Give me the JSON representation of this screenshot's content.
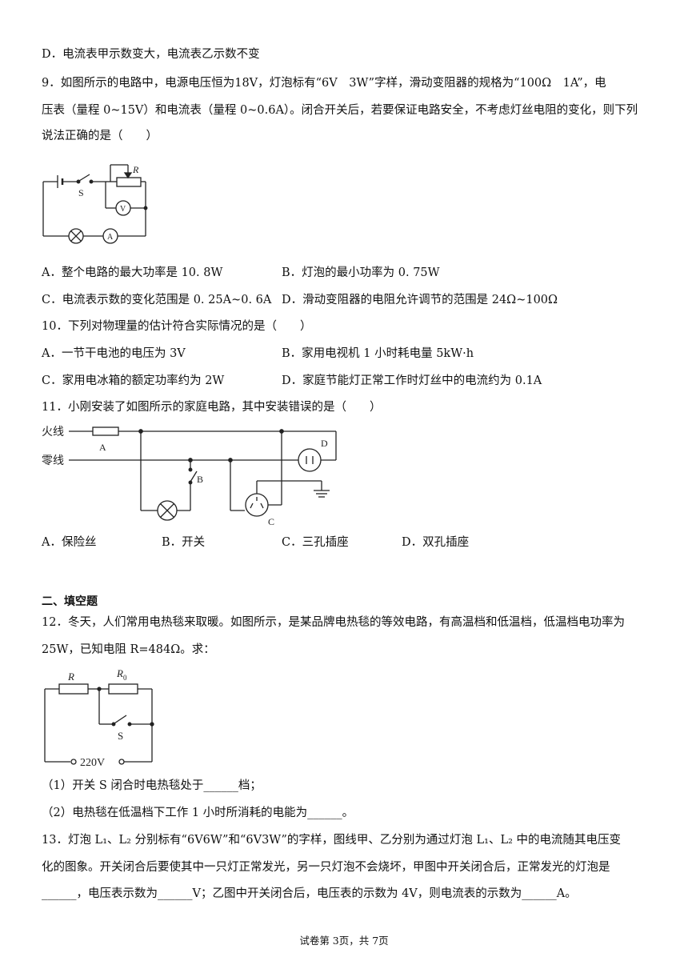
{
  "q8": {
    "optD": "D．电流表甲示数变大，电流表乙示数不变"
  },
  "q9": {
    "line1": "9．如图所示的电路中，电源电压恒为18V，灯泡标有“6V　3W”字样，滑动变阻器的规格为“100Ω　1A”，电",
    "line2": "压表（量程 0~15V）和电流表（量程 0~0.6A）。闭合开关后，若要保证电路安全，不考虑灯丝电阻的变化，则下列",
    "line3": "说法正确的是（　　）",
    "fig": {
      "r": "R",
      "s": "S",
      "v": "V",
      "a": "A"
    },
    "optA": "A．整个电路的最大功率是 10. 8W",
    "optB": "B．灯泡的最小功率为 0. 75W",
    "optC": "C．电流表示数的变化范围是 0. 25A~0. 6A",
    "optD": "D．滑动变阻器的电阻允许调节的范围是 24Ω~100Ω"
  },
  "q10": {
    "stem": "10．下列对物理量的估计符合实际情况的是（　　）",
    "optA": "A．一节干电池的电压为 3V",
    "optB": "B．家用电视机 1 小时耗电量 5kW·h",
    "optC": "C．家用电冰箱的额定功率约为 2W",
    "optD": "D．家庭节能灯正常工作时灯丝中的电流约为 0.1A"
  },
  "q11": {
    "stem": "11．小刚安装了如图所示的家庭电路，其中安装错误的是（　　）",
    "fig": {
      "live": "火线",
      "neutral": "零线",
      "a": "A",
      "b": "B",
      "c": "C",
      "d": "D"
    },
    "optA": "A．保险丝",
    "optB": "B．开关",
    "optC": "C．三孔插座",
    "optD": "D．双孔插座"
  },
  "section2": {
    "title": "二、填空题"
  },
  "q12": {
    "line1": "12．冬天，人们常用电热毯来取暖。如图所示，是某品牌电热毯的等效电路，有高温档和低温档，低温档电功率为",
    "line2": "25W，已知电阻 R=484Ω。求：",
    "fig": {
      "r": "R",
      "r0": "R",
      "r0sub": "0",
      "s": "S",
      "v": "220V"
    },
    "sub1": "（1）开关 S 闭合时电热毯处于______档；",
    "sub2": "（2）电热毯在低温档下工作 1 小时所消耗的电能为______。"
  },
  "q13": {
    "line1": "13．灯泡 L₁、L₂ 分别标有“6V6W”和“6V3W”的字样，图线甲、乙分别为通过灯泡 L₁、L₂ 中的电流随其电压变",
    "line2": "化的图象。开关闭合后要使其中一只灯正常发光，另一只灯泡不会烧坏，甲图中开关闭合后，正常发光的灯泡是",
    "line3": "______，电压表示数为______V；乙图中开关闭合后，电压表的示数为 4V，则电流表的示数为______A。"
  },
  "footer": "试卷第 3页，共 7页"
}
